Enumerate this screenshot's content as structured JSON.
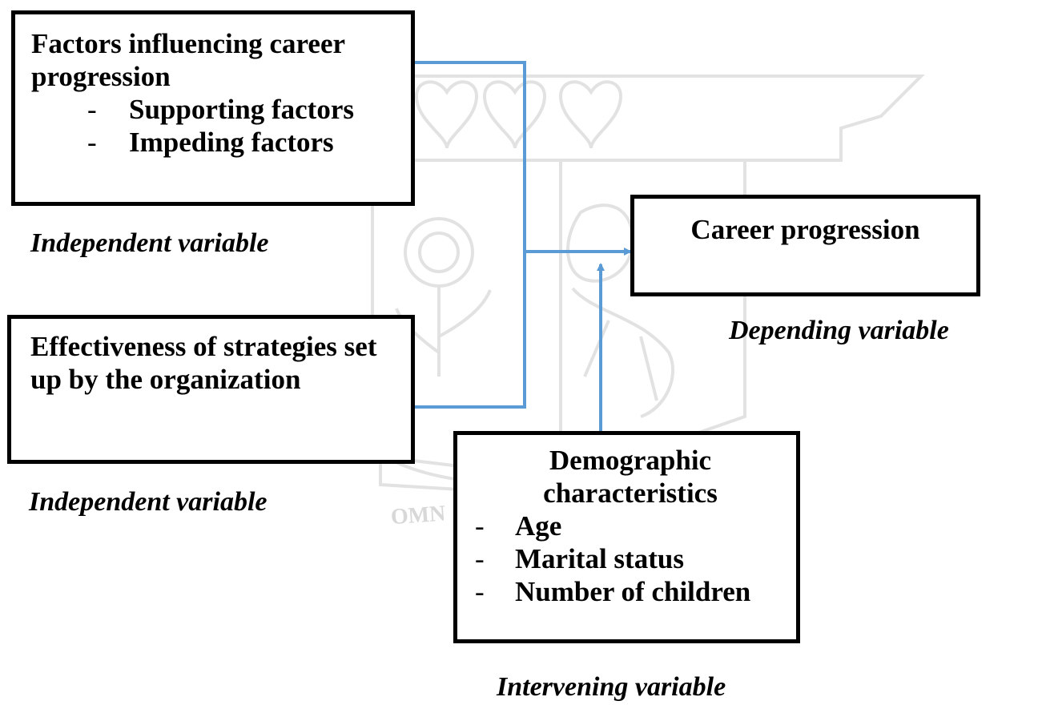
{
  "watermark": {
    "motto": "OMN"
  },
  "boxes": {
    "factors": {
      "title": "Factors influencing career progression",
      "items": [
        "Supporting factors",
        "Impeding factors"
      ],
      "caption": "Independent variable"
    },
    "strategies": {
      "title": "Effectiveness of strategies set up by the organization",
      "caption": "Independent variable"
    },
    "career": {
      "title": "Career progression",
      "caption": "Depending variable"
    },
    "demographic": {
      "title": "Demographic characteristics",
      "items": [
        "Age",
        "Marital status",
        "Number of children"
      ],
      "caption": "Intervening variable"
    }
  },
  "colors": {
    "arrow": "#5b9bd5",
    "border": "#000000",
    "watermark": "#e6e6e6"
  }
}
